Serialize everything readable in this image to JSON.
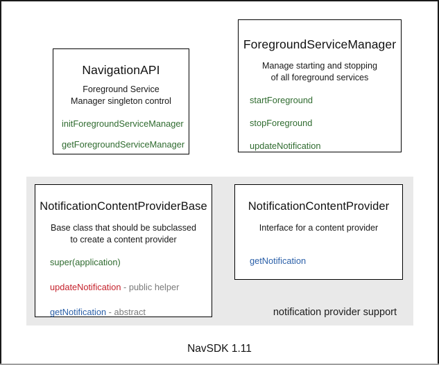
{
  "diagram": {
    "footer_caption": "NavSDK 1.11",
    "group": {
      "label": "notification provider support",
      "background_color": "#e9e9e9"
    },
    "colors": {
      "green": "#2f6b2f",
      "red": "#c5222c",
      "blue": "#2a5fa8",
      "note_gray": "#7a7a7a",
      "border": "#000000"
    },
    "boxes": [
      {
        "title": "NavigationAPI",
        "description_lines": [
          "Foreground Service",
          "Manager singleton control"
        ],
        "members": [
          {
            "name": "initForegroundServiceManager",
            "note": "",
            "color": "green"
          },
          {
            "name": "getForegroundServiceManager",
            "note": "",
            "color": "green"
          }
        ]
      },
      {
        "title": "ForegroundServiceManager",
        "description_lines": [
          "Manage starting and stopping",
          "of all foreground services"
        ],
        "members": [
          {
            "name": "startForeground",
            "note": "",
            "color": "green"
          },
          {
            "name": "stopForeground",
            "note": "",
            "color": "green"
          },
          {
            "name": "updateNotification",
            "note": "",
            "color": "green"
          }
        ]
      },
      {
        "title": "NotificationContentProviderBase",
        "description_lines": [
          "Base class that should be subclassed",
          "to create a content provider"
        ],
        "members": [
          {
            "name": "super(application)",
            "note": "",
            "color": "green"
          },
          {
            "name": "updateNotification",
            "note": " - public helper",
            "color": "red"
          },
          {
            "name": "getNotification",
            "note": " - abstract",
            "color": "blue"
          }
        ]
      },
      {
        "title": "NotificationContentProvider",
        "description_lines": [
          "Interface for a content provider"
        ],
        "members": [
          {
            "name": "getNotification",
            "note": "",
            "color": "blue"
          }
        ]
      }
    ]
  }
}
